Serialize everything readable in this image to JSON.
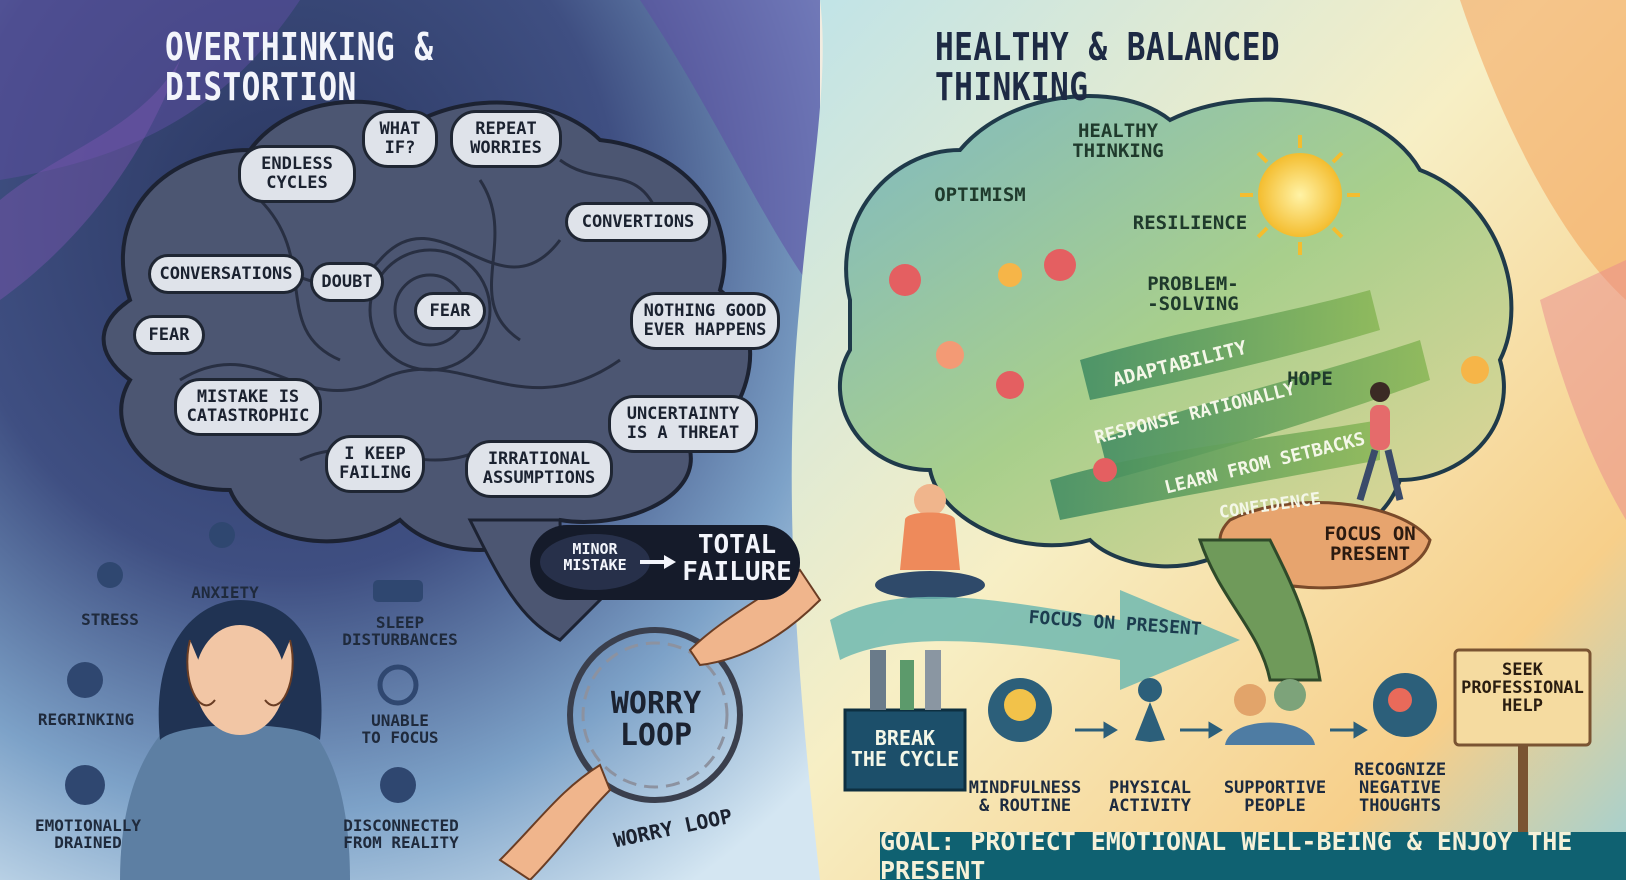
{
  "left_panel": {
    "title": "OVERTHINKING & DISTORTION",
    "bubbles": [
      "ENDLESS\nCYCLES",
      "WHAT\nIF?",
      "REPEAT\nWORRIES",
      "CONVERTIONS",
      "CONVERSATIONS",
      "DOUBT",
      "FEAR",
      "FEAR",
      "NOTHING GOOD\nEVER HAPPENS",
      "MISTAKE IS\nCATASTROPHIC",
      "UNCERTAINTY\nIS A THREAT",
      "I KEEP\nFAILING",
      "IRRATIONAL\nASSUMPTIONS"
    ],
    "mistake_small": "MINOR\nMISTAKE",
    "mistake_big": "TOTAL\nFAILURE",
    "worry_loop": "WORRY\nLOOP",
    "worry_loop_caption": "WORRY LOOP",
    "symptoms": [
      "STRESS",
      "ANXIETY",
      "SLEEP\nDISTURBANCES",
      "REGRINKING",
      "UNABLE\nTO FOCUS",
      "EMOTIONALLY\nDRAINED",
      "DISCONNECTED\nFROM REALITY"
    ]
  },
  "right_panel": {
    "title": "HEALTHY & BALANCED THINKING",
    "brain_labels": {
      "healthy_thinking": "HEALTHY\nTHINKING",
      "optimism": "OPTIMISM",
      "resilience": "RESILIENCE",
      "problem_solving": "PROBLEM-\n-SOLVING",
      "adaptability": "ADAPTABILITY",
      "hope": "HOPE",
      "respond": "RESPONSE RATIONALLY",
      "learn": "LEARN FROM SETBACKS",
      "confidence": "CONFIDENCE",
      "focus_brain": "FOCUS ON\nPRESENT"
    },
    "focus_arrow": "FOCUS ON PRESENT",
    "break_cycle": "BREAK\nTHE CYCLE",
    "steps": [
      "MINDFULNESS\n& ROUTINE",
      "PHYSICAL\nACTIVITY",
      "SUPPORTIVE\nPEOPLE",
      "RECOGNIZE\nNEGATIVE\nTHOUGHTS"
    ],
    "sign": "SEEK\nPROFESSIONAL\nHELP",
    "goal": "GOAL: PROTECT EMOTIONAL WELL-BEING & ENJOY THE PRESENT"
  },
  "colors": {
    "left_dark": "#1f2a4a",
    "left_light": "#cfe0ef",
    "right_teal": "#0f6171",
    "right_green": "#6aa15a",
    "sun": "#f6c63c"
  }
}
